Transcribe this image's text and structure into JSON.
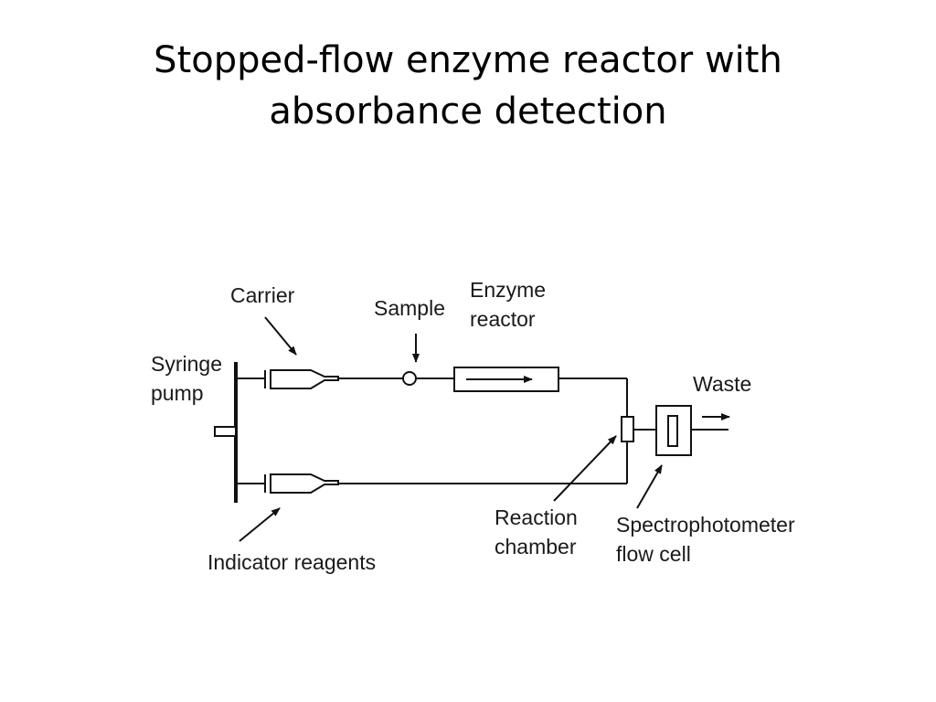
{
  "title": {
    "line1": "Stopped-flow enzyme reactor with",
    "line2": "absorbance detection"
  },
  "diagram": {
    "labels": {
      "carrier": "Carrier",
      "sample": "Sample",
      "enzyme_reactor_line1": "Enzyme",
      "enzyme_reactor_line2": "reactor",
      "syringe_pump_line1": "Syringe",
      "syringe_pump_line2": "pump",
      "waste": "Waste",
      "reaction_chamber_line1": "Reaction",
      "reaction_chamber_line2": "chamber",
      "spectrophotometer_line1": "Spectrophotometer",
      "spectrophotometer_line2": "flow cell",
      "indicator_reagents": "Indicator reagents"
    }
  }
}
